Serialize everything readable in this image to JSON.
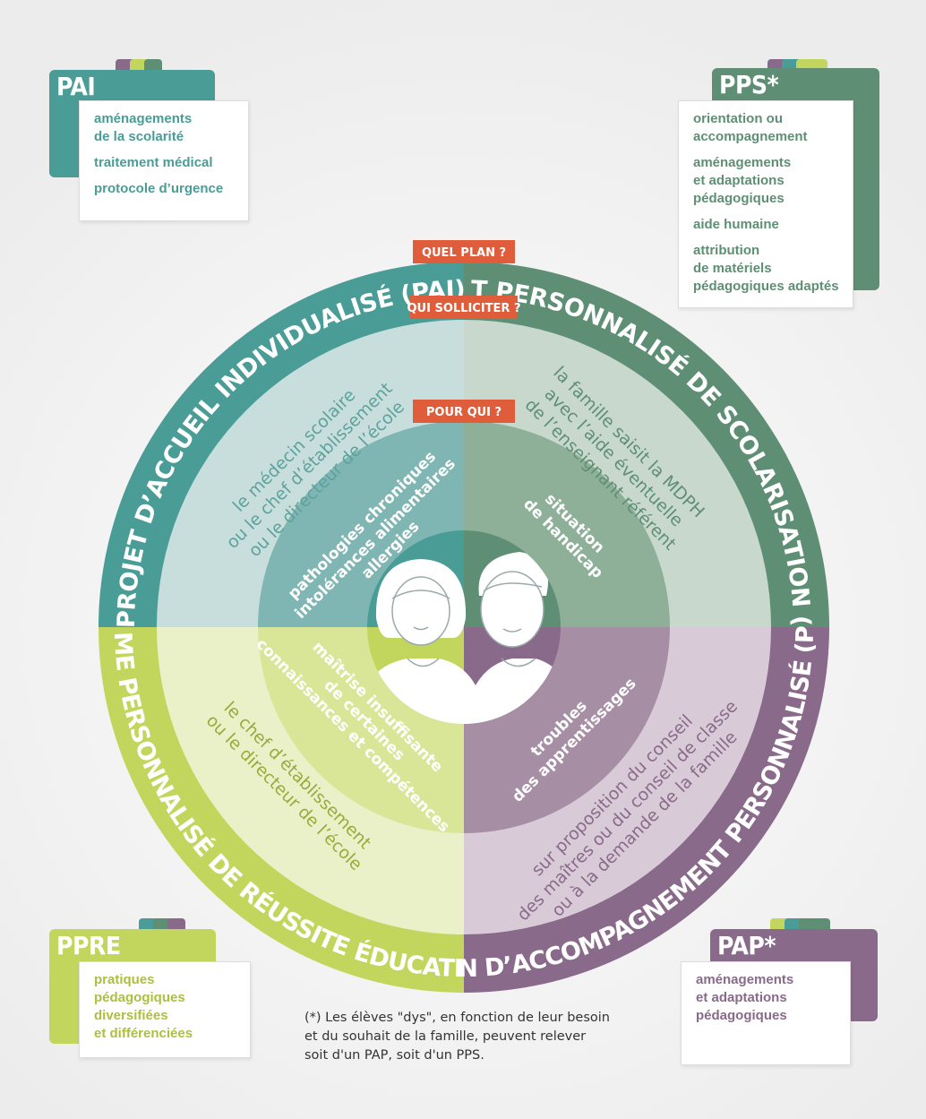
{
  "colors": {
    "pai": "#4a9c96",
    "pps": "#5e8f75",
    "pap": "#8a6a8a",
    "ppre": "#c2d65e",
    "accent": "#e05d3c"
  },
  "labels": {
    "quel_plan": "QUEL PLAN ?",
    "qui_solliciter": "QUI SOLLICITER ?",
    "pour_qui": "POUR QUI ?"
  },
  "plans": {
    "pai": {
      "arc_title": "PROJET D’ACCUEIL INDIVIDUALISÉ (PAI)",
      "who_lines": [
        "le médecin scolaire",
        "ou le chef d’établissement",
        "ou le directeur de l’école"
      ],
      "for_whom_lines": [
        "pathologies chroniques",
        "intolérances alimentaires",
        "allergies"
      ]
    },
    "pps": {
      "arc_title": "PROJET PERSONNALISÉ DE SCOLARISATION (PPS)*",
      "who_lines": [
        "la famille saisit la MDPH",
        "avec l’aide éventuelle",
        "de l’enseignant référent"
      ],
      "for_whom_lines": [
        "situation",
        "de handicap"
      ]
    },
    "pap": {
      "arc_title": "PLAN D’ACCOMPAGNEMENT PERSONNALISÉ (PAP)*",
      "who_lines": [
        "sur proposition du conseil",
        "des maîtres ou du conseil de classe",
        "ou à la demande de la famille"
      ],
      "for_whom_lines": [
        "troubles",
        "des apprentissages"
      ]
    },
    "ppre": {
      "arc_title": "PROGRAMME PERSONNALISÉ DE RÉUSSITE ÉDUCATIVE (PPRE)",
      "who_lines": [
        "le chef d’établissement",
        "ou le directeur de l’école"
      ],
      "for_whom_lines": [
        "maîtrise insuffisante",
        "de certaines",
        "connaissances et compétences"
      ]
    }
  },
  "cards": {
    "pai": {
      "title": "PAI",
      "items": [
        "aménagements\nde la scolarité",
        "traitement médical",
        "protocole d’urgence"
      ]
    },
    "pps": {
      "title": "PPS*",
      "items": [
        "orientation ou\naccompagnement",
        "aménagements\net adaptations\npédagogiques",
        "aide humaine",
        "attribution\nde matériels\npédagogiques adaptés"
      ]
    },
    "ppre": {
      "title": "PPRE",
      "items": [
        "pratiques\npédagogiques\ndiversifiées\net différenciées"
      ]
    },
    "pap": {
      "title": "PAP*",
      "items": [
        "aménagements\net adaptations\npédagogiques"
      ]
    }
  },
  "footnote": "(*) Les élèves \"dys\", en fonction de leur besoin\n     et du souhait de la famille, peuvent relever\n     soit d'un PAP, soit d'un PPS."
}
